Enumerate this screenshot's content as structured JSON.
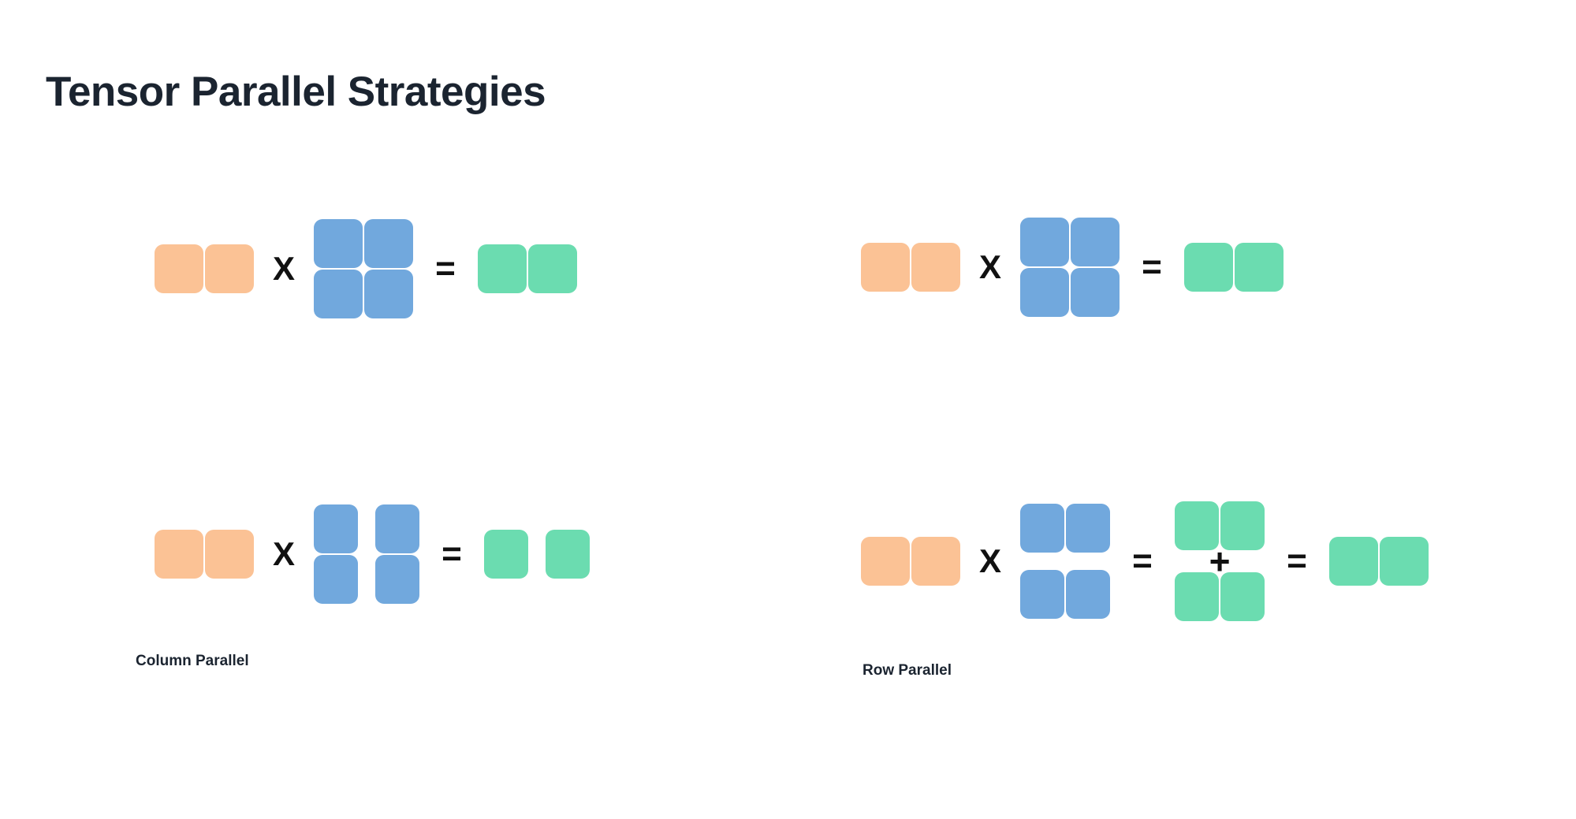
{
  "page": {
    "title": "Tensor Parallel Strategies",
    "background_color": "#ffffff"
  },
  "colors": {
    "input_orange": "#fbc295",
    "weight_blue": "#71a8dd",
    "output_green": "#6bdcb0",
    "text_dark": "#1b2430",
    "operator_black": "#111111"
  },
  "operators": {
    "times": "X",
    "equals": "=",
    "plus": "+"
  },
  "captions": {
    "column_parallel": "Column Parallel",
    "row_parallel": "Row Parallel"
  },
  "diagrams": [
    {
      "id": "column-parallel-top",
      "role": "unsharded-reference",
      "equation": "input (1x2) X weights (2x2) = output (1x2)",
      "input": {
        "color": "input_orange",
        "rows": 1,
        "cols": 2,
        "split": "none"
      },
      "weights": {
        "color": "weight_blue",
        "rows": 2,
        "cols": 2,
        "split": "none"
      },
      "output": {
        "color": "output_green",
        "rows": 1,
        "cols": 2,
        "split": "none"
      }
    },
    {
      "id": "column-parallel-bottom",
      "role": "column-sharded",
      "equation": "input (1x2) X weights (2x2 split by column) = output (1x2 split by column)",
      "input": {
        "color": "input_orange",
        "rows": 1,
        "cols": 2,
        "split": "none"
      },
      "weights": {
        "color": "weight_blue",
        "rows": 2,
        "cols": 2,
        "split": "column"
      },
      "output": {
        "color": "output_green",
        "rows": 1,
        "cols": 2,
        "split": "column"
      }
    },
    {
      "id": "row-parallel-top",
      "role": "unsharded-reference",
      "equation": "input (1x2) X weights (2x2) = output (1x2)",
      "input": {
        "color": "input_orange",
        "rows": 1,
        "cols": 2,
        "split": "none"
      },
      "weights": {
        "color": "weight_blue",
        "rows": 2,
        "cols": 2,
        "split": "none"
      },
      "output": {
        "color": "output_green",
        "rows": 1,
        "cols": 2,
        "split": "none"
      }
    },
    {
      "id": "row-parallel-bottom",
      "role": "row-sharded",
      "equation": "input (1x2) X weights (2x2 split by row) = partial (1x2) + partial (1x2) = output (1x2)",
      "input": {
        "color": "input_orange",
        "rows": 1,
        "cols": 2,
        "split": "none"
      },
      "weights": {
        "color": "weight_blue",
        "rows": 2,
        "cols": 2,
        "split": "row"
      },
      "partial_sums": {
        "color": "output_green",
        "count": 2,
        "rows": 1,
        "cols": 2
      },
      "output": {
        "color": "output_green",
        "rows": 1,
        "cols": 2,
        "split": "none"
      }
    }
  ]
}
